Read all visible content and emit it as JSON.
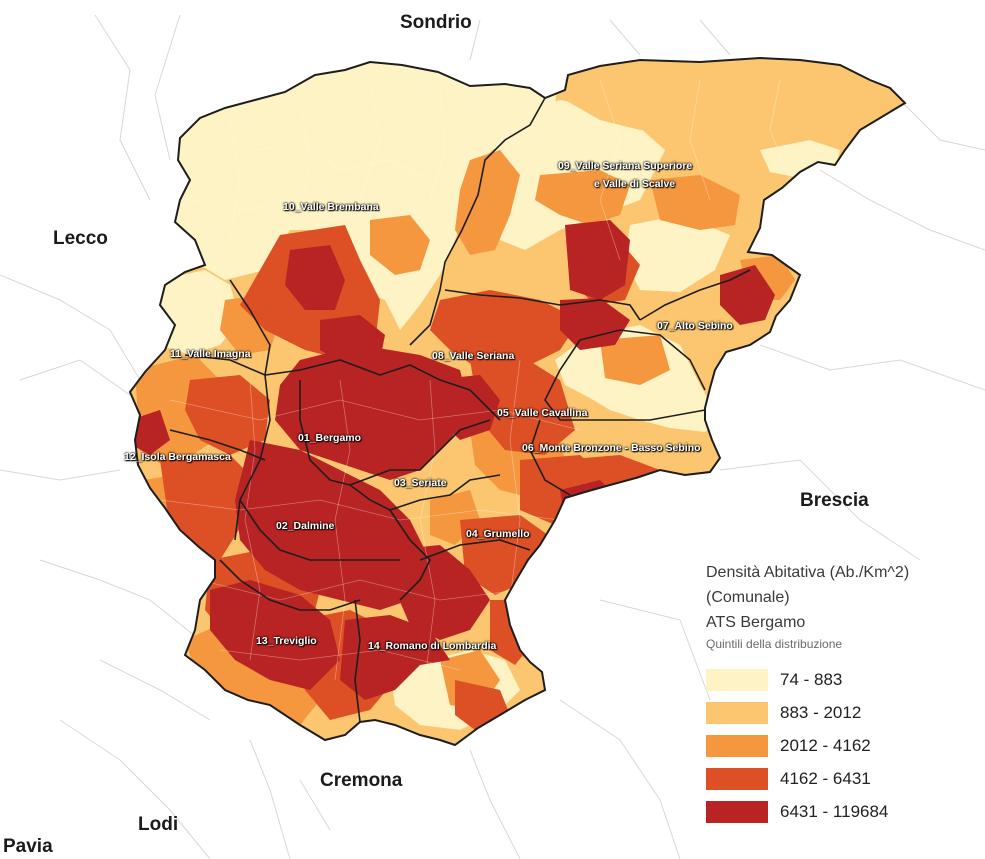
{
  "neighbors": {
    "sondrio": "Sondrio",
    "lecco": "Lecco",
    "brescia": "Brescia",
    "cremona": "Cremona",
    "lodi": "Lodi",
    "pavia": "Pavia"
  },
  "districts": [
    {
      "id": "d10",
      "label": "10_Valle Brembana"
    },
    {
      "id": "d09a",
      "label": "09_Valle Seriana Superiore"
    },
    {
      "id": "d09b",
      "label": "e Valle di Scalve"
    },
    {
      "id": "d07",
      "label": "07_Alto Sebino"
    },
    {
      "id": "d11",
      "label": "11_Valle Imagna"
    },
    {
      "id": "d08",
      "label": "08_Valle Seriana"
    },
    {
      "id": "d05",
      "label": "05_Valle Cavallina"
    },
    {
      "id": "d06",
      "label": "06_Monte Bronzone - Basso Sebino"
    },
    {
      "id": "d01",
      "label": "01_Bergamo"
    },
    {
      "id": "d12",
      "label": "12_Isola Bergamasca"
    },
    {
      "id": "d03",
      "label": "03_Seriate"
    },
    {
      "id": "d02",
      "label": "02_Dalmine"
    },
    {
      "id": "d04",
      "label": "04_Grumello"
    },
    {
      "id": "d13",
      "label": "13_Treviglio"
    },
    {
      "id": "d14",
      "label": "14_Romano di Lombardia"
    }
  ],
  "legend": {
    "title1": "Densità Abitativa (Ab./Km^2)",
    "title2": "(Comunale)",
    "title3": "ATS Bergamo",
    "subtitle": "Quintili della distribuzione",
    "classes": [
      {
        "label": "74 - 883",
        "color": "#fdf3c4"
      },
      {
        "label": "883 - 2012",
        "color": "#fbc66f"
      },
      {
        "label": "2012 - 4162",
        "color": "#f4973f"
      },
      {
        "label": "4162 - 6431",
        "color": "#dd4f24"
      },
      {
        "label": "6431 - 119684",
        "color": "#b82323"
      }
    ]
  }
}
